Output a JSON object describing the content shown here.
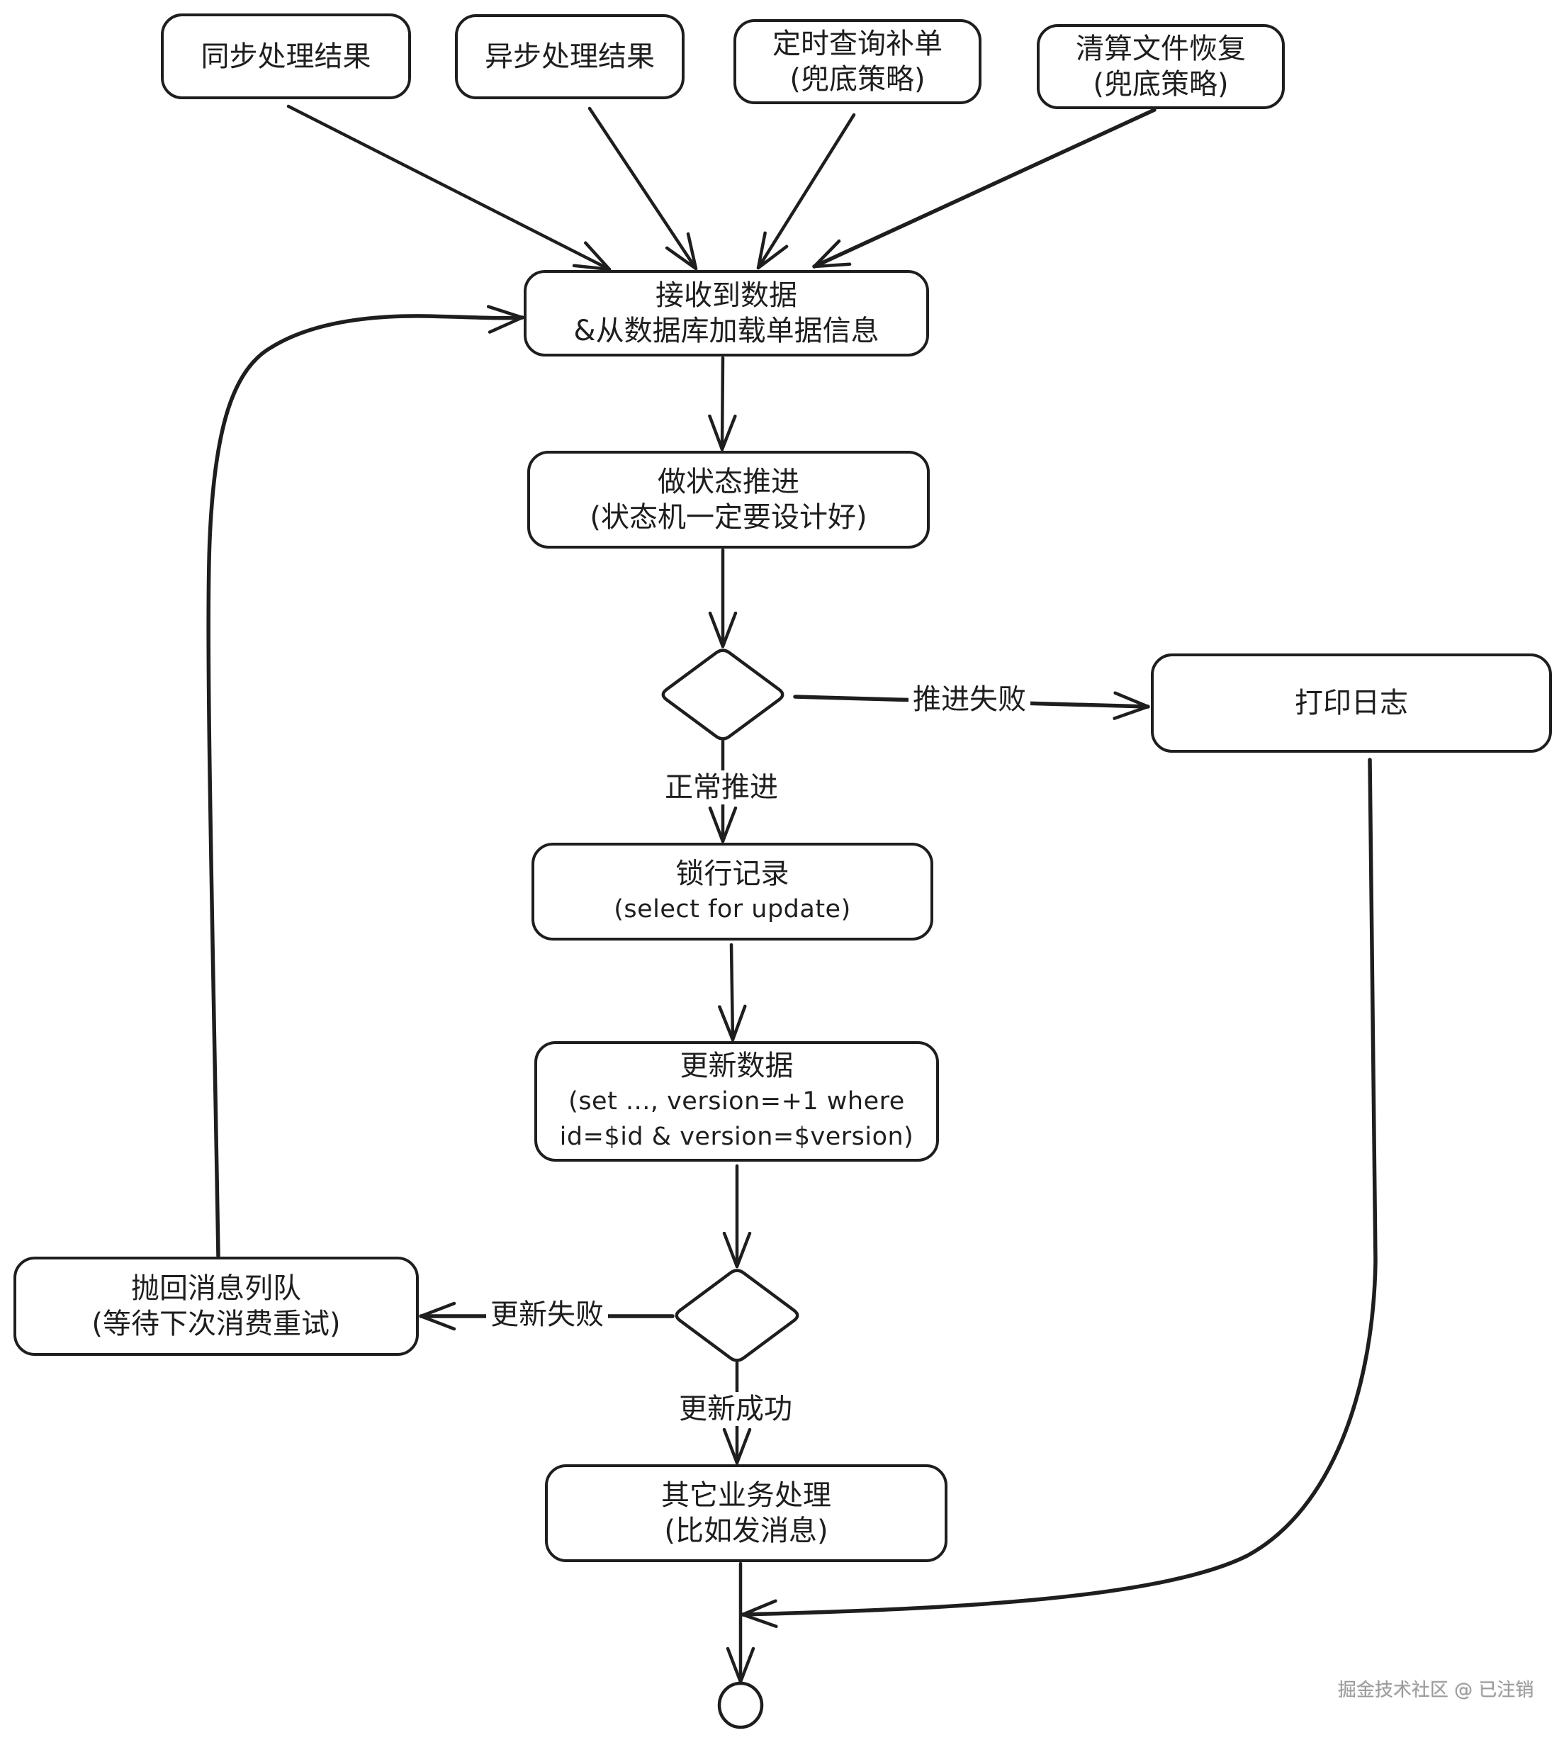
{
  "nodes": {
    "sync_result": {
      "type": "process",
      "lines": [
        "同步处理结果"
      ]
    },
    "async_result": {
      "type": "process",
      "lines": [
        "异步处理结果"
      ]
    },
    "scheduled_query": {
      "type": "process",
      "lines": [
        "定时查询补单",
        "(兜底策略)"
      ]
    },
    "settlement_recovery": {
      "type": "process",
      "lines": [
        "清算文件恢复",
        "(兜底策略)"
      ]
    },
    "receive_data": {
      "type": "process",
      "lines": [
        "接收到数据",
        "&从数据库加载单据信息"
      ]
    },
    "state_advance": {
      "type": "process",
      "lines": [
        "做状态推进",
        "(状态机一定要设计好)"
      ]
    },
    "advance_decision": {
      "type": "decision",
      "lines": []
    },
    "print_log": {
      "type": "process",
      "lines": [
        "打印日志"
      ]
    },
    "lock_row": {
      "type": "process",
      "lines": [
        "锁行记录",
        "(select for update)"
      ]
    },
    "update_data": {
      "type": "process",
      "lines": [
        "更新数据",
        "(set ..., version=+1 where",
        "id=$id & version=$version)"
      ]
    },
    "update_decision": {
      "type": "decision",
      "lines": []
    },
    "requeue": {
      "type": "process",
      "lines": [
        "抛回消息列队",
        "(等待下次消费重试)"
      ]
    },
    "other_business": {
      "type": "process",
      "lines": [
        "其它业务处理",
        "(比如发消息)"
      ]
    },
    "end": {
      "type": "final-state",
      "lines": []
    }
  },
  "edges": [
    {
      "from": "sync_result",
      "to": "receive_data",
      "label": ""
    },
    {
      "from": "async_result",
      "to": "receive_data",
      "label": ""
    },
    {
      "from": "scheduled_query",
      "to": "receive_data",
      "label": ""
    },
    {
      "from": "settlement_recovery",
      "to": "receive_data",
      "label": ""
    },
    {
      "from": "receive_data",
      "to": "state_advance",
      "label": ""
    },
    {
      "from": "state_advance",
      "to": "advance_decision",
      "label": ""
    },
    {
      "from": "advance_decision",
      "to": "print_log",
      "label": "推进失败"
    },
    {
      "from": "advance_decision",
      "to": "lock_row",
      "label": "正常推进"
    },
    {
      "from": "lock_row",
      "to": "update_data",
      "label": ""
    },
    {
      "from": "update_data",
      "to": "update_decision",
      "label": ""
    },
    {
      "from": "update_decision",
      "to": "requeue",
      "label": "更新失败"
    },
    {
      "from": "update_decision",
      "to": "other_business",
      "label": "更新成功"
    },
    {
      "from": "other_business",
      "to": "end",
      "label": ""
    },
    {
      "from": "print_log",
      "to": "end",
      "label": ""
    },
    {
      "from": "requeue",
      "to": "receive_data",
      "label": ""
    }
  ],
  "watermark": "掘金技术社区 @ 已注销",
  "colors": {
    "stroke": "#1e1e1e",
    "background": "#ffffff",
    "watermark": "#9a9a9a"
  }
}
